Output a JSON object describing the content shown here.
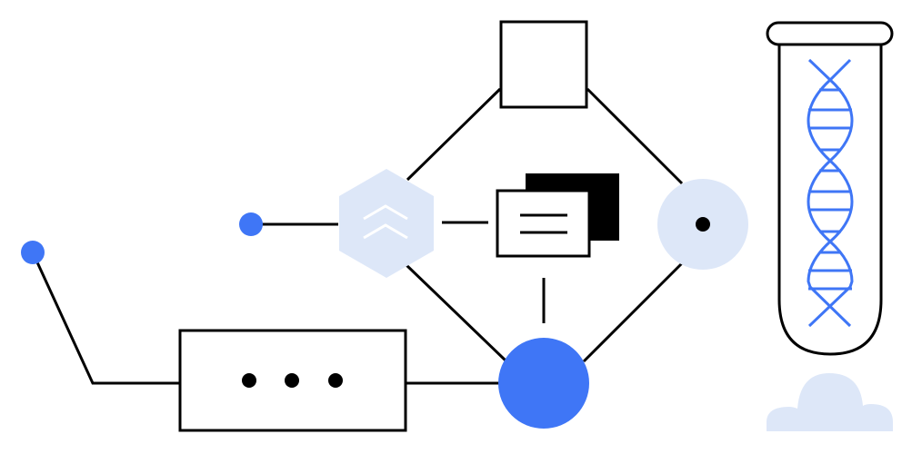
{
  "illustration": {
    "theme": "biotech-network",
    "colors": {
      "accent_blue": "#3f76f6",
      "light_blue": "#dde7f8",
      "stroke": "#000000",
      "background": "#ffffff"
    },
    "nodes": [
      {
        "name": "square-node",
        "shape": "square"
      },
      {
        "name": "hexagon-node",
        "icon": "double-chevron-up-icon"
      },
      {
        "name": "document-stack-node",
        "icon": "stacked-documents-icon"
      },
      {
        "name": "target-circle-node",
        "shape": "circle-with-dot"
      },
      {
        "name": "blue-circle-node",
        "shape": "filled-circle"
      },
      {
        "name": "ellipsis-box-node",
        "icon": "more-horizontal-icon"
      },
      {
        "name": "test-tube",
        "icon": "dna-helix-icon"
      },
      {
        "name": "cloud",
        "icon": "cloud-icon"
      }
    ]
  }
}
